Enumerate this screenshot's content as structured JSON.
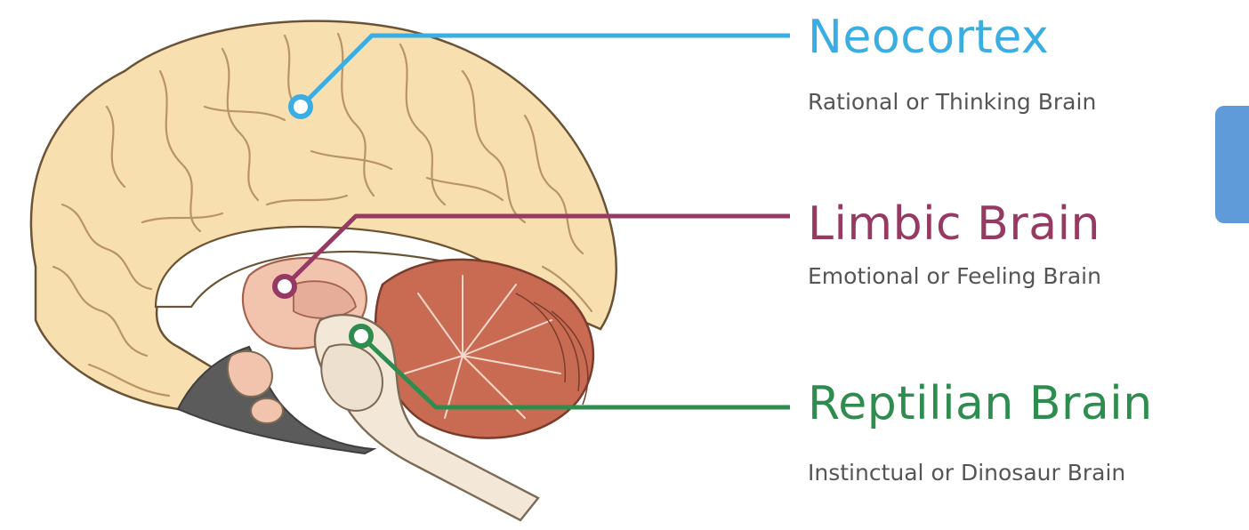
{
  "colors": {
    "neocortex": "#3aaee2",
    "limbic": "#963a63",
    "reptilian": "#2e8d4e",
    "cortex_fill": "#f8dfb0",
    "cortex_stroke": "#6b5436",
    "cerebellum": "#c86b52",
    "brainstem": "#f3e7d8",
    "limbic_fill": "#f2c3ad",
    "side_tab": "#5e9bd8"
  },
  "regions": {
    "neocortex": {
      "title": "Neocortex",
      "subtitle": "Rational or Thinking Brain"
    },
    "limbic": {
      "title": "Limbic Brain",
      "subtitle": "Emotional or Feeling Brain"
    },
    "reptilian": {
      "title": "Reptilian Brain",
      "subtitle": "Instinctual or Dinosaur Brain"
    }
  }
}
